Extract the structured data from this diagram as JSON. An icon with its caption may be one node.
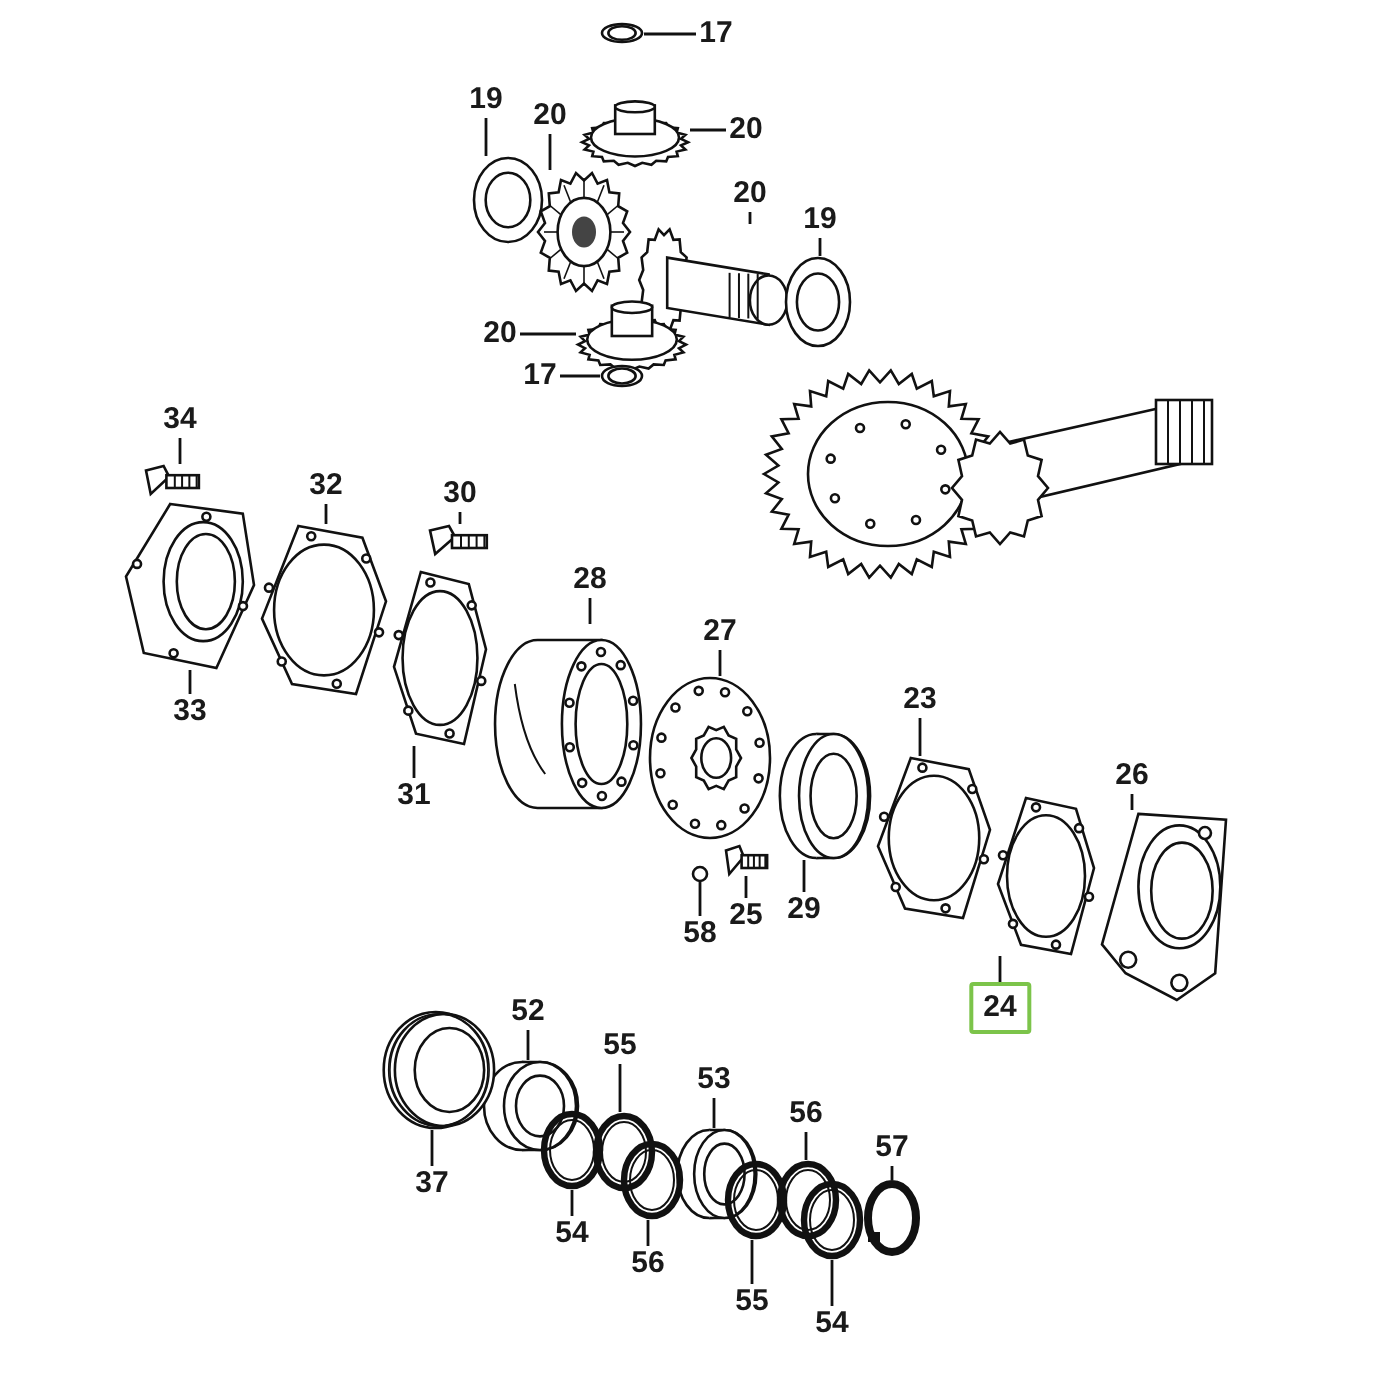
{
  "diagram": {
    "nodes": [
      {
        "text": [
          "17"
        ]
      },
      {
        "text": [
          "20"
        ]
      },
      {
        "text": [
          "19"
        ]
      },
      {
        "text": [
          "20"
        ]
      },
      {
        "text": [
          "20"
        ]
      },
      {
        "text": [
          "19"
        ]
      },
      {
        "text": [
          "20"
        ]
      },
      {
        "text": [
          "17"
        ]
      },
      {
        "text": [
          "34"
        ]
      },
      {
        "text": [
          "32"
        ]
      },
      {
        "text": [
          "30"
        ]
      },
      {
        "text": [
          "28"
        ]
      },
      {
        "text": [
          "27"
        ]
      },
      {
        "text": [
          "33"
        ]
      },
      {
        "text": [
          "31"
        ]
      },
      {
        "text": [
          "23"
        ]
      },
      {
        "text": [
          "26"
        ]
      },
      {
        "text": [
          "25"
        ]
      },
      {
        "text": [
          "29"
        ]
      },
      {
        "text": [
          "58"
        ]
      },
      {
        "text": [
          "24"
        ]
      },
      {
        "text": [
          "52"
        ]
      },
      {
        "text": [
          "55"
        ]
      },
      {
        "text": [
          "53"
        ]
      },
      {
        "text": [
          "56"
        ]
      },
      {
        "text": [
          "57"
        ]
      },
      {
        "text": [
          "37"
        ]
      },
      {
        "text": [
          "54"
        ]
      },
      {
        "text": [
          "56"
        ]
      },
      {
        "text": [
          "55"
        ]
      },
      {
        "text": [
          "54"
        ]
      },
      {
        "text": [],
        "shape": "picture"
      },
      {
        "text": [],
        "shape": "picture"
      },
      {
        "text": [],
        "shape": "picture"
      },
      {
        "text": [],
        "shape": "picture"
      },
      {
        "text": [],
        "shape": "picture"
      },
      {
        "text": [],
        "shape": "picture"
      },
      {
        "text": [],
        "shape": "picture"
      },
      {
        "text": [],
        "shape": "picture"
      },
      {
        "text": [],
        "shape": "picture"
      },
      {
        "text": [],
        "shape": "picture"
      },
      {
        "text": [],
        "shape": "picture"
      },
      {
        "text": [],
        "shape": "picture"
      },
      {
        "text": [],
        "shape": "picture"
      },
      {
        "text": [],
        "shape": "picture"
      },
      {
        "text": [],
        "shape": "picture"
      },
      {
        "text": [],
        "shape": "picture"
      },
      {
        "text": [],
        "shape": "picture"
      },
      {
        "text": [],
        "shape": "picture"
      },
      {
        "text": [],
        "shape": "picture"
      },
      {
        "text": [],
        "shape": "circle"
      },
      {
        "text": [],
        "shape": "picture"
      },
      {
        "text": [],
        "shape": "picture"
      },
      {
        "text": [],
        "shape": "picture"
      },
      {
        "text": [],
        "shape": "picture"
      },
      {
        "text": [],
        "shape": "picture"
      },
      {
        "text": [],
        "shape": "picture"
      },
      {
        "text": [],
        "shape": "picture"
      },
      {
        "text": [],
        "shape": "picture"
      },
      {
        "text": [],
        "shape": "picture"
      },
      {
        "text": [],
        "shape": "picture"
      },
      {
        "text": [],
        "shape": "picture"
      }
    ],
    "edges": [
      {
        "from": 0,
        "to": 31,
        "arrow": "none"
      },
      {
        "from": 1,
        "to": 32,
        "arrow": "none"
      },
      {
        "from": 2,
        "to": 33,
        "arrow": "none"
      },
      {
        "from": 3,
        "to": 34,
        "arrow": "none"
      },
      {
        "from": 4,
        "to": 35,
        "arrow": "none"
      },
      {
        "from": 5,
        "to": 36,
        "arrow": "none"
      },
      {
        "from": 6,
        "to": 37,
        "arrow": "none"
      },
      {
        "from": 7,
        "to": 38,
        "arrow": "none"
      },
      {
        "from": 8,
        "to": 39,
        "arrow": "none"
      },
      {
        "from": 9,
        "to": 40,
        "arrow": "none"
      },
      {
        "from": 10,
        "to": 41,
        "arrow": "none"
      },
      {
        "from": 11,
        "to": 42,
        "arrow": "none"
      },
      {
        "from": 12,
        "to": 43,
        "arrow": "none"
      },
      {
        "from": 13,
        "to": 44,
        "arrow": "none"
      },
      {
        "from": 14,
        "to": 45,
        "arrow": "none"
      },
      {
        "from": 15,
        "to": 46,
        "arrow": "none"
      },
      {
        "from": 16,
        "to": 47,
        "arrow": "none"
      },
      {
        "from": 17,
        "to": 48,
        "arrow": "none"
      },
      {
        "from": 18,
        "to": 49,
        "arrow": "none"
      },
      {
        "from": 19,
        "to": 50,
        "arrow": "none"
      },
      {
        "from": 20,
        "to": 51,
        "arrow": "none"
      },
      {
        "from": 21,
        "to": 52,
        "arrow": "none"
      },
      {
        "from": 22,
        "to": 53,
        "arrow": "none"
      },
      {
        "from": 23,
        "to": 54,
        "arrow": "none"
      },
      {
        "from": 24,
        "to": 55,
        "arrow": "none"
      },
      {
        "from": 25,
        "to": 56,
        "arrow": "none"
      },
      {
        "from": 26,
        "to": 57,
        "arrow": "none"
      },
      {
        "from": 27,
        "to": 58,
        "arrow": "none"
      },
      {
        "from": 28,
        "to": 59,
        "arrow": "none"
      },
      {
        "from": 29,
        "to": 60,
        "arrow": "none"
      },
      {
        "from": 30,
        "to": 61,
        "arrow": "none"
      }
    ]
  }
}
